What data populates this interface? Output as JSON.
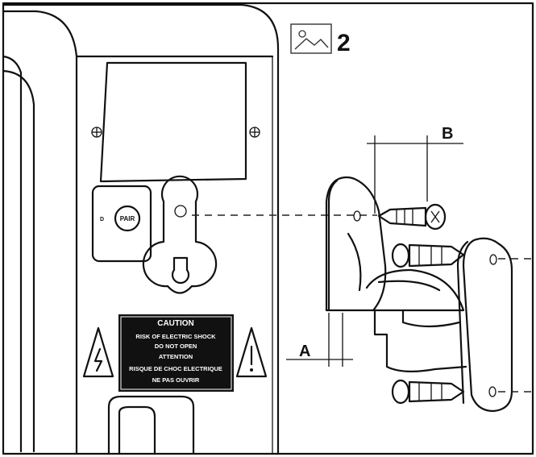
{
  "figure": {
    "step_number": "2",
    "step_icon": "image-icon",
    "dimension_labels": {
      "a": "A",
      "b": "B"
    },
    "button_label": "PAIR",
    "button_side_mark": "D",
    "caution_label": {
      "heading": "CAUTION",
      "lines": [
        "RISK OF ELECTRIC SHOCK",
        "DO NOT OPEN",
        "ATTENTION",
        "RISQUE DE CHOC ELECTRIQUE",
        "NE PAS OUVRIR"
      ]
    },
    "warning_icons": [
      "lightning-warning-icon",
      "exclamation-warning-icon"
    ]
  }
}
